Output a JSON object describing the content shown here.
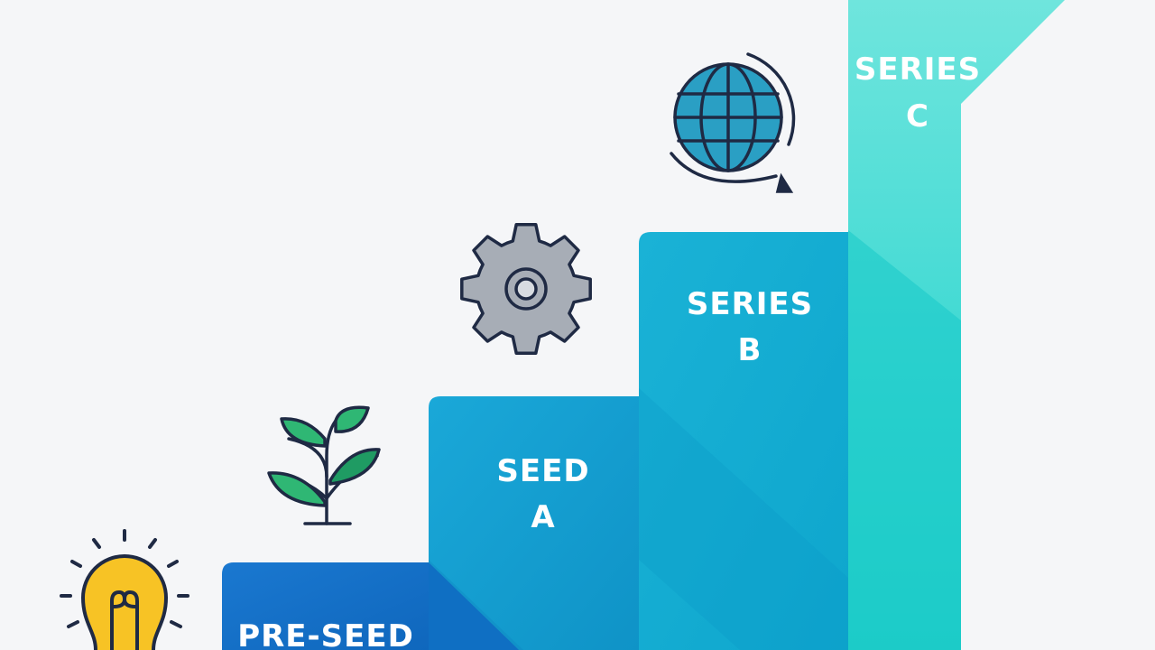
{
  "steps": [
    {
      "id": "pre-seed",
      "lines": [
        "PRE-SEED"
      ],
      "icon": "lightbulb-icon",
      "color": "#1f7fd1"
    },
    {
      "id": "seed-a",
      "lines": [
        "SEED",
        "A"
      ],
      "icon": "sprout-icon",
      "color": "#16a3cf"
    },
    {
      "id": "series-b",
      "lines": [
        "SERIES",
        "B"
      ],
      "icon": "gear-icon",
      "color": "#1cb7d6"
    },
    {
      "id": "series-c",
      "lines": [
        "SERIES",
        "C"
      ],
      "icon": "globe-icon",
      "color": "#35ddd6"
    }
  ],
  "colors": {
    "background": "#f5f6f8",
    "bulb": "#f7c325",
    "leaf": "#2fb774",
    "gear": "#a7adb6",
    "globe": "#2a9fc4",
    "outline": "#1f2a44"
  }
}
